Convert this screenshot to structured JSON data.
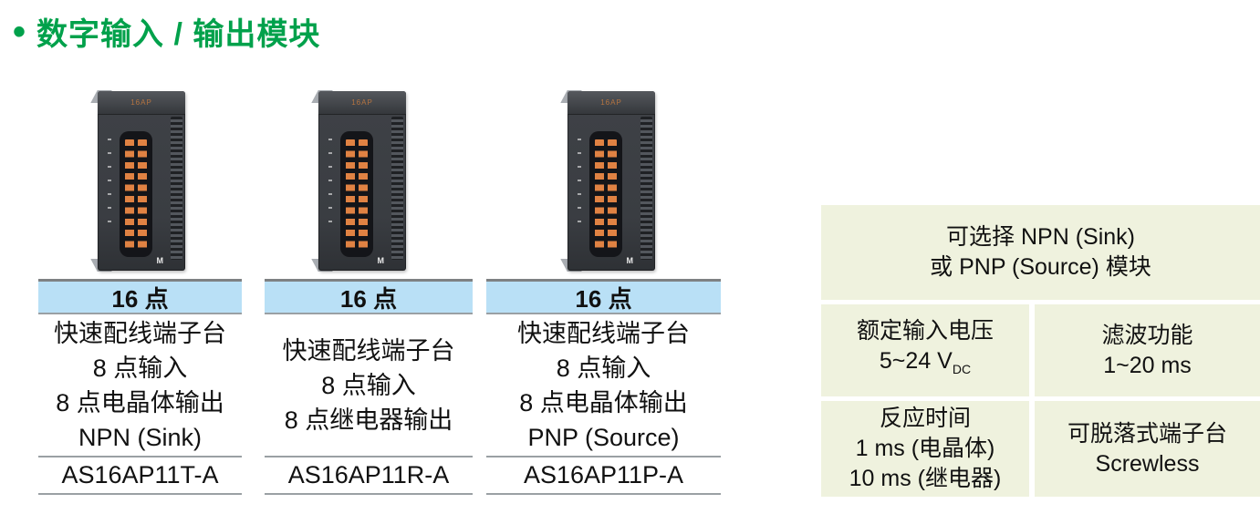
{
  "page": {
    "bullet": "•",
    "title": "数字输入 / 输出模块"
  },
  "modules": [
    {
      "device_label": "16AP",
      "badge": "M",
      "points_label": "16 点",
      "description_lines": [
        "快速配线端子台",
        "8 点输入",
        "8 点电晶体输出",
        "NPN (Sink)"
      ],
      "model": "AS16AP11T-A"
    },
    {
      "device_label": "16AP",
      "badge": "M",
      "points_label": "16 点",
      "description_lines": [
        "快速配线端子台",
        "8 点输入",
        "8 点继电器输出"
      ],
      "model": "AS16AP11R-A"
    },
    {
      "device_label": "16AP",
      "badge": "M",
      "points_label": "16 点",
      "description_lines": [
        "快速配线端子台",
        "8 点输入",
        "8 点电晶体输出",
        "PNP (Source)"
      ],
      "model": "AS16AP11P-A"
    }
  ],
  "features": {
    "selectable_module": {
      "lines": [
        "可选择 NPN (Sink)",
        "或 PNP (Source) 模块"
      ]
    },
    "rated_input_voltage": {
      "title": "额定输入电压",
      "value": "5~24 V",
      "value_subscript": "DC"
    },
    "filter_function": {
      "title": "滤波功能",
      "value": "1~20 ms"
    },
    "response_time": {
      "title": "反应时间",
      "lines": [
        "1 ms (电晶体)",
        "10 ms (继电器)"
      ]
    },
    "removable_terminal": {
      "title": "可脱落式端子台",
      "subtitle": "Screwless"
    }
  },
  "colors": {
    "title_green": "#00a14b",
    "header_blue_bg": "#b9e0f6",
    "feature_box_bg": "#eff2de",
    "module_terminal_orange": "#e08243",
    "separator_gray": "#9aa0a4"
  }
}
